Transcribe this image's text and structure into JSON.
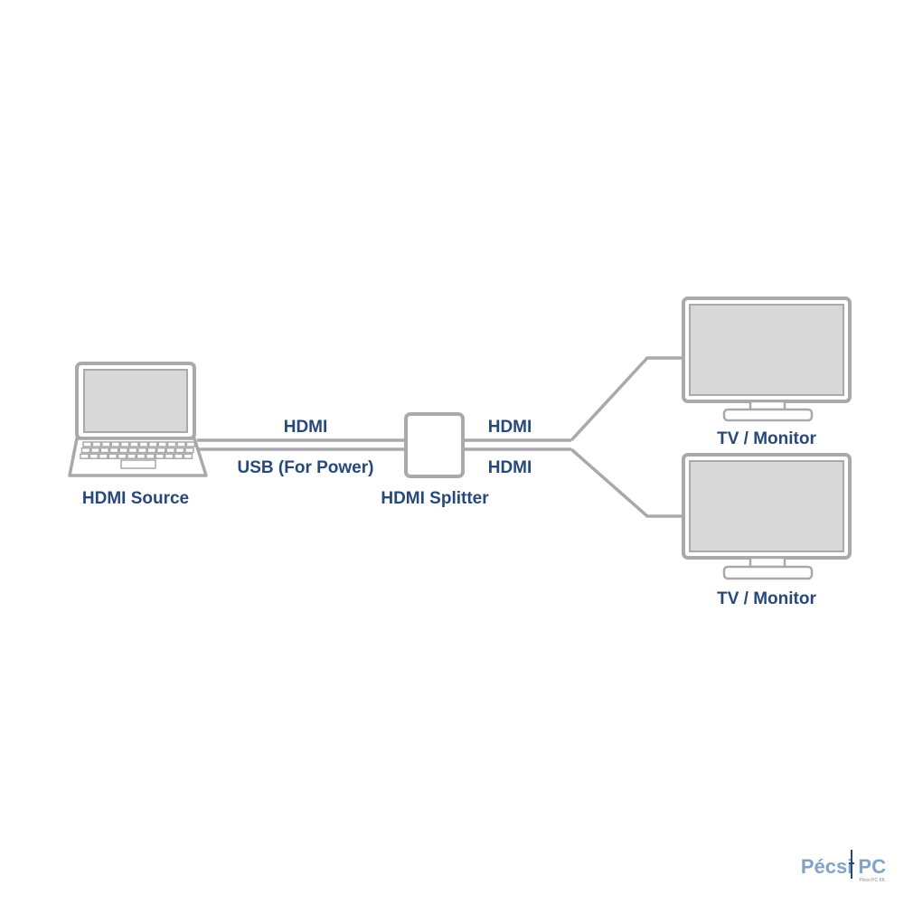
{
  "nodes": {
    "source": {
      "label": "HDMI Source"
    },
    "splitter": {
      "label": "HDMI Splitter"
    },
    "display_top": {
      "label": "TV / Monitor"
    },
    "display_bottom": {
      "label": "TV / Monitor"
    }
  },
  "cables": {
    "in_hdmi": "HDMI",
    "in_usb": "USB (For Power)",
    "out_top": "HDMI",
    "out_bottom": "HDMI"
  },
  "watermark": {
    "brand": "Pécsi PC",
    "tagline": "Pécsi PC Kft."
  },
  "colors": {
    "label": "#27497a",
    "device_outline": "#a9a9ab",
    "screen_fill": "#d8d8d8",
    "cable": "#a9a9ab",
    "watermark": "#7fa3c9"
  }
}
